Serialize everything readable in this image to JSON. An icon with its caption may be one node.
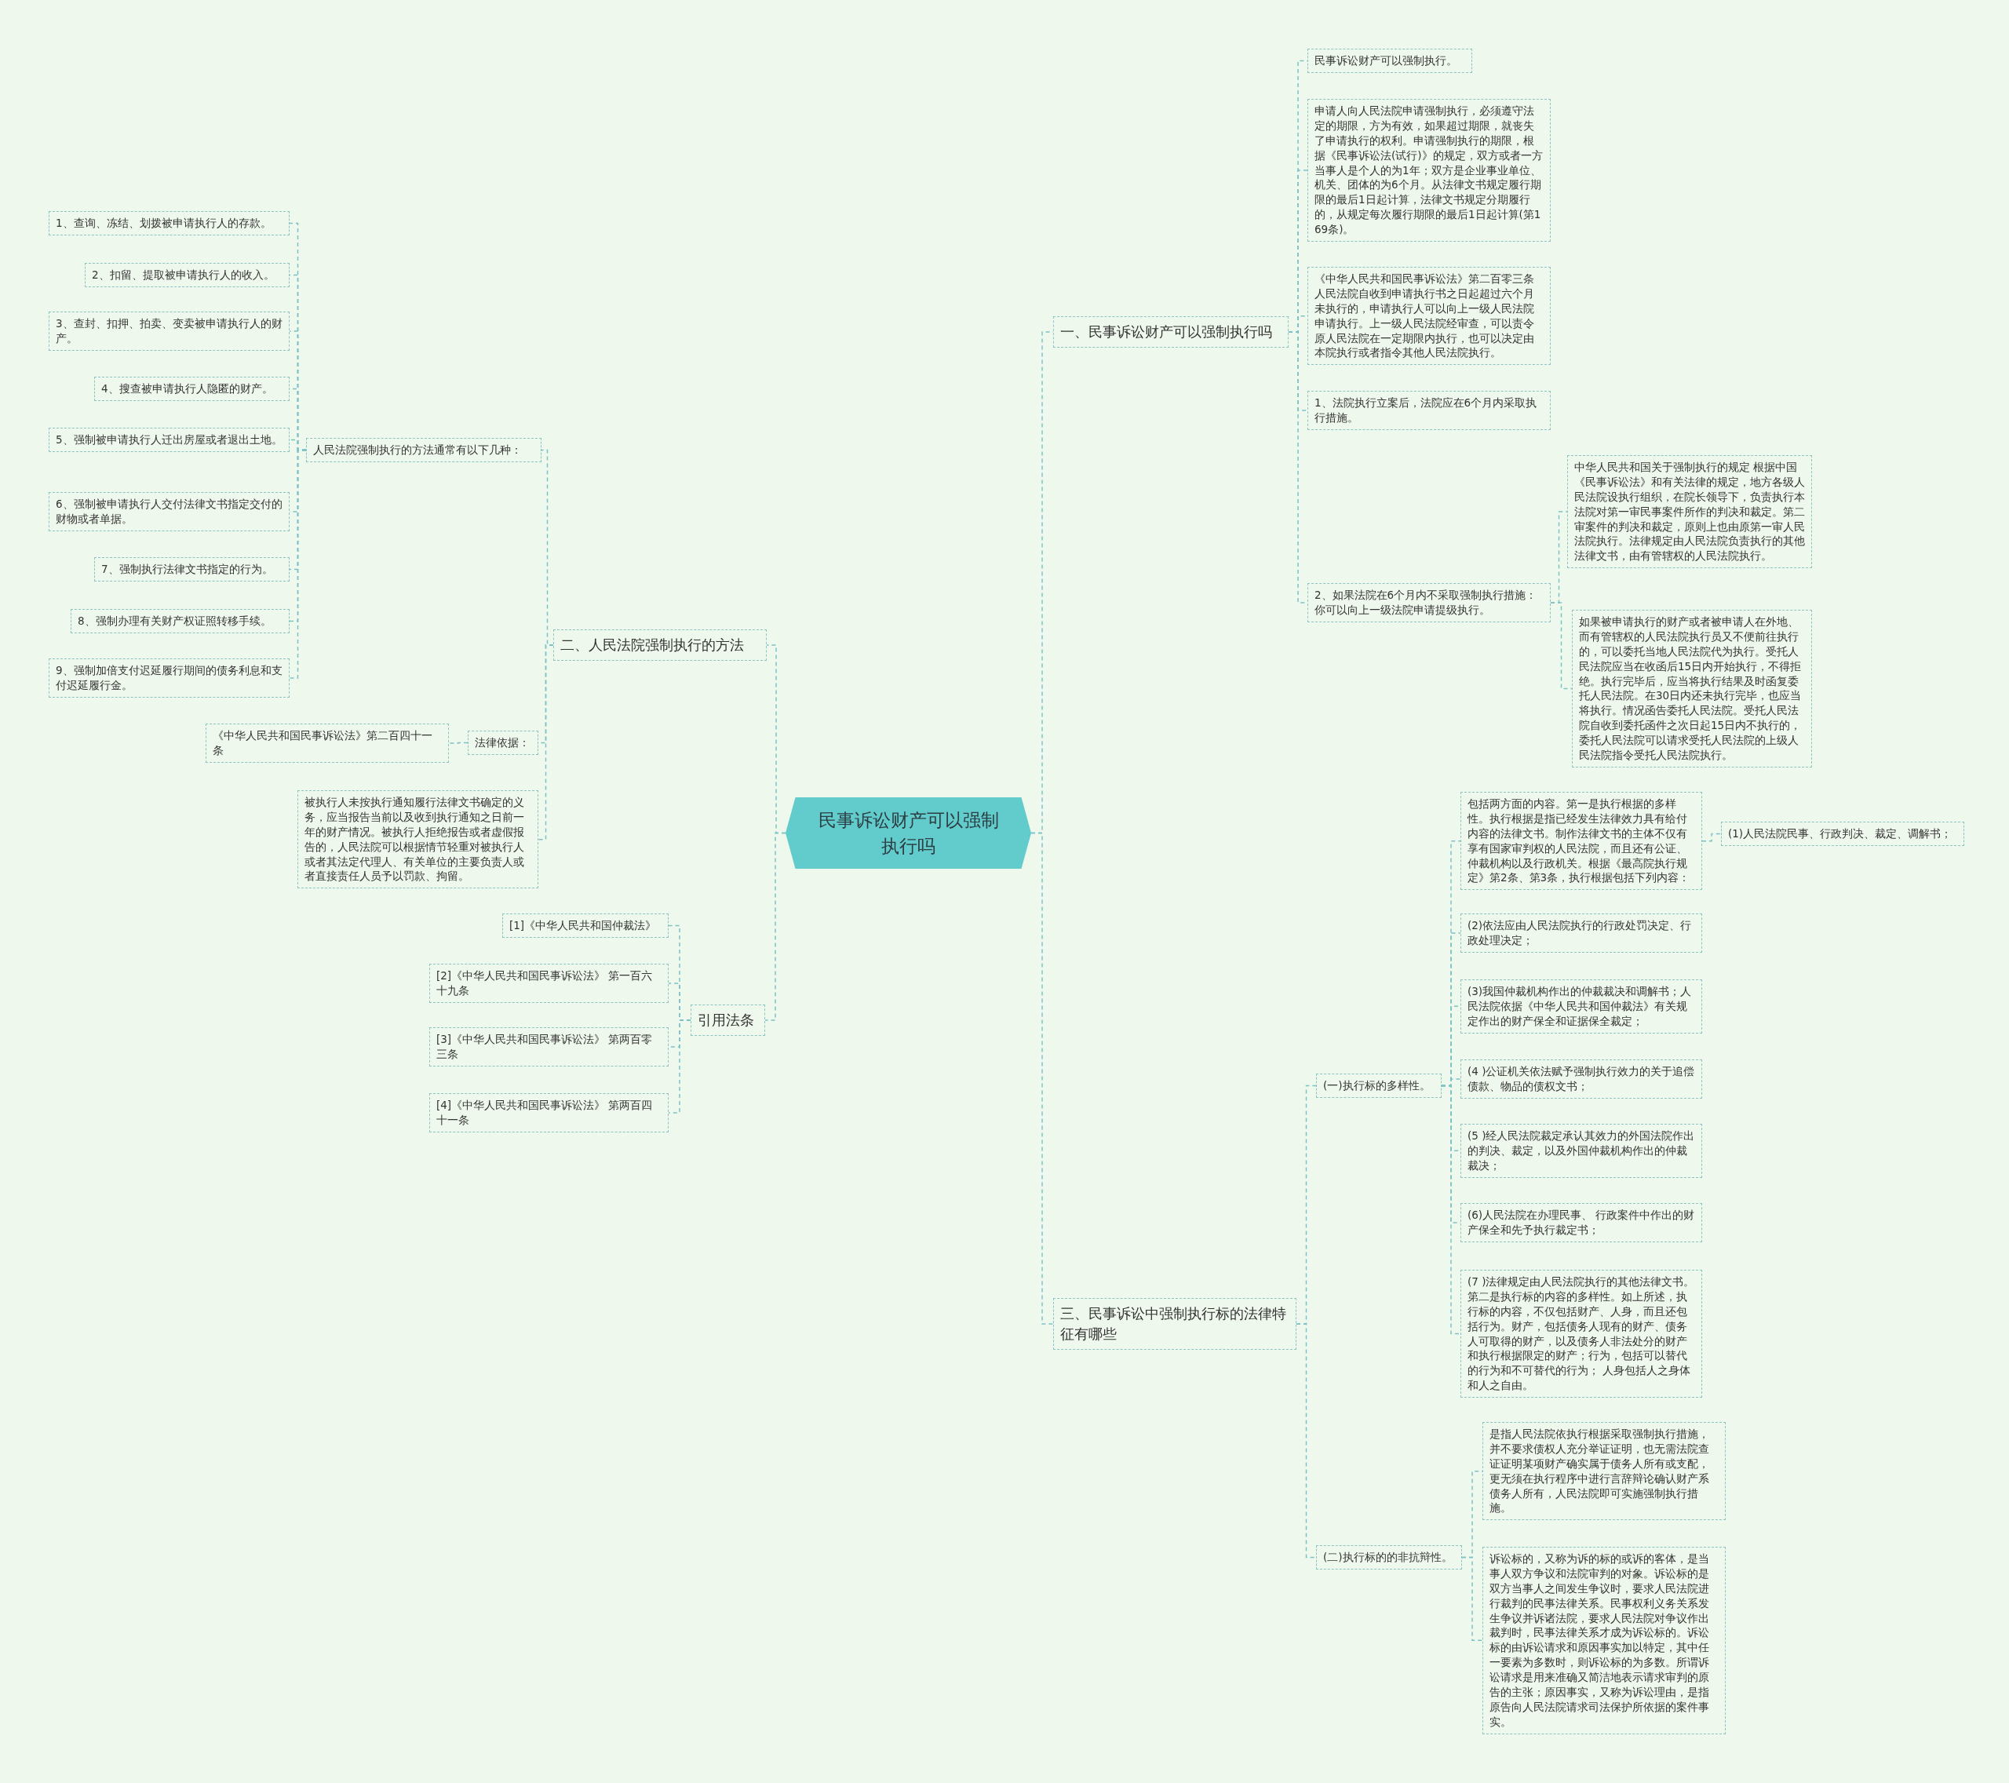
{
  "diagram": {
    "nodes": [
      {
        "text": [
          "民事诉讼财产可以强制执行吗"
        ]
      },
      {
        "text": [
          "一、民事诉讼财产可以强制执行吗"
        ]
      },
      {
        "text": [
          "民事诉讼财产可以强制执行。"
        ]
      },
      {
        "text": [
          "申请人向人民法院申请强制执行，必须遵守法定的期限，方为有效，如果超过期限，就丧失了申请执行的权利。申请强制执行的期限，根据《民事诉讼法(试行)》的规定，双方或者一方当事人是个人的为1年；双方是企业事业单位、机关、团体的为6个月。从法律文书规定履行期限的最后1日起计算，法律文书规定分期履行的，从规定每次履行期限的最后1日起计算(第169条)。"
        ]
      },
      {
        "text": [
          "《中华人民共和国民事诉讼法》第二百零三条人民法院自收到申请执行书之日起超过六个月未执行的，申请执行人可以向上一级人民法院申请执行。上一级人民法院经审查，可以责令原人民法院在一定期限内执行，也可以决定由本院执行或者指令其他人民法院执行。"
        ]
      },
      {
        "text": [
          "1、法院执行立案后，法院应在6个月内采取执行措施。"
        ]
      },
      {
        "text": [
          "2、如果法院在6个月内不采取强制执行措施：你可以向上一级法院申请提级执行。"
        ]
      },
      {
        "text": [
          "中华人民共和国关于强制执行的规定 根据中国《民事诉讼法》和有关法律的规定，地方各级人民法院设执行组织，在院长领导下，负责执行本法院对第一审民事案件所作的判决和裁定。第二审案件的判决和裁定，原则上也由原第一审人民法院执行。法律规定由人民法院负责执行的其他法律文书，由有管辖权的人民法院执行。"
        ]
      },
      {
        "text": [
          "如果被申请执行的财产或者被申请人在外地、而有管辖权的人民法院执行员又不便前往执行的，可以委托当地人民法院代为执行。受托人民法院应当在收函后15日内开始执行，不得拒绝。执行完毕后，应当将执行结果及时函复委托人民法院。在30日内还未执行完毕，也应当将执行。情况函告委托人民法院。受托人民法院自收到委托函件之次日起15日内不执行的，委托人民法院可以请求受托人民法院的上级人民法院指令受托人民法院执行。"
        ]
      },
      {
        "text": [
          "三、民事诉讼中强制执行标的法律特征有哪些"
        ]
      },
      {
        "text": [
          "(一)执行标的多样性。"
        ]
      },
      {
        "text": [
          "包括两方面的内容。第一是执行根据的多样性。执行根据是指已经发生法律效力具有给付内容的法律文书。制作法律文书的主体不仅有享有国家审判权的人民法院，而且还有公证、仲裁机构以及行政机关。根据《最高院执行规定》第2条、第3条，执行根据包括下列内容："
        ]
      },
      {
        "text": [
          "(1)人民法院民事、行政判决、裁定、调解书；"
        ]
      },
      {
        "text": [
          "(2)依法应由人民法院执行的行政处罚决定、行政处理决定；"
        ]
      },
      {
        "text": [
          "(3)我国仲裁机构作出的仲裁裁决和调解书；人民法院依据《中华人民共和国仲裁法》有关规定作出的财产保全和证据保全裁定；"
        ]
      },
      {
        "text": [
          "(4 )公证机关依法赋予强制执行效力的关于追偿债款、物品的债权文书；"
        ]
      },
      {
        "text": [
          "(5 )经人民法院裁定承认其效力的外国法院作出的判决、裁定，以及外国仲裁机构作出的仲裁裁决；"
        ]
      },
      {
        "text": [
          "(6)人民法院在办理民事、 行政案件中作出的财产保全和先予执行裁定书；"
        ]
      },
      {
        "text": [
          "(7 )法律规定由人民法院执行的其他法律文书。第二是执行标的内容的多样性。如上所述，执行标的内容，不仅包括财产、人身，而且还包括行为。财产，包括债务人现有的财产、债务人可取得的财产，以及债务人非法处分的财产和执行根据限定的财产；行为，包括可以替代的行为和不可替代的行为； 人身包括人之身体和人之自由。"
        ]
      },
      {
        "text": [
          "(二)执行标的的非抗辩性。"
        ]
      },
      {
        "text": [
          "是指人民法院依执行根据采取强制执行措施，并不要求债权人充分举证证明，也无需法院查证证明某项财产确实属于债务人所有或支配，更无须在执行程序中进行言辞辩论确认财产系债务人所有，人民法院即可实施强制执行措施。"
        ]
      },
      {
        "text": [
          "诉讼标的，又称为诉的标的或诉的客体，是当事人双方争议和法院审判的对象。诉讼标的是双方当事人之间发生争议时，要求人民法院进行裁判的民事法律关系。民事权利义务关系发生争议并诉诸法院，要求人民法院对争议作出裁判时，民事法律关系才成为诉讼标的。诉讼标的由诉讼请求和原因事实加以特定，其中任一要素为多数时，则诉讼标的为多数。所谓诉讼请求是用来准确又简洁地表示请求审判的原告的主张；原因事实，又称为诉讼理由，是指原告向人民法院请求司法保护所依据的案件事实。"
        ]
      },
      {
        "text": [
          "二、人民法院强制执行的方法"
        ]
      },
      {
        "text": [
          "人民法院强制执行的方法通常有以下几种："
        ]
      },
      {
        "text": [
          "1、查询、冻结、划拨被申请执行人的存款。"
        ]
      },
      {
        "text": [
          "2、扣留、提取被申请执行人的收入。"
        ]
      },
      {
        "text": [
          "3、查封、扣押、拍卖、变卖被申请执行人的财产。"
        ]
      },
      {
        "text": [
          "4、搜查被申请执行人隐匿的财产。"
        ]
      },
      {
        "text": [
          "5、强制被申请执行人迁出房屋或者退出土地。"
        ]
      },
      {
        "text": [
          "6、强制被申请执行人交付法律文书指定交付的财物或者单据。"
        ]
      },
      {
        "text": [
          "7、强制执行法律文书指定的行为。"
        ]
      },
      {
        "text": [
          "8、强制办理有关财产权证照转移手续。"
        ]
      },
      {
        "text": [
          "9、强制加倍支付迟延履行期间的债务利息和支付迟延履行金。"
        ]
      },
      {
        "text": [
          "法律依据："
        ]
      },
      {
        "text": [
          "《中华人民共和国民事诉讼法》第二百四十一条"
        ]
      },
      {
        "text": [
          "被执行人未按执行通知履行法律文书确定的义务，应当报告当前以及收到执行通知之日前一年的财产情况。被执行人拒绝报告或者虚假报告的，人民法院可以根据情节轻重对被执行人或者其法定代理人、有关单位的主要负责人或者直接责任人员予以罚款、拘留。"
        ]
      },
      {
        "text": [
          "引用法条"
        ]
      },
      {
        "text": [
          "[1]《中华人民共和国仲裁法》"
        ]
      },
      {
        "text": [
          "[2]《中华人民共和国民事诉讼法》 第一百六十九条"
        ]
      },
      {
        "text": [
          "[3]《中华人民共和国民事诉讼法》 第两百零三条"
        ]
      },
      {
        "text": [
          "[4]《中华人民共和国民事诉讼法》 第两百四十一条"
        ]
      }
    ],
    "edges": [
      {
        "from": 0,
        "to": 1,
        "arrow": "none"
      },
      {
        "from": 1,
        "to": 2,
        "arrow": "none"
      },
      {
        "from": 1,
        "to": 3,
        "arrow": "none"
      },
      {
        "from": 1,
        "to": 4,
        "arrow": "none"
      },
      {
        "from": 1,
        "to": 5,
        "arrow": "none"
      },
      {
        "from": 1,
        "to": 6,
        "arrow": "none"
      },
      {
        "from": 6,
        "to": 7,
        "arrow": "none"
      },
      {
        "from": 6,
        "to": 8,
        "arrow": "none"
      },
      {
        "from": 0,
        "to": 9,
        "arrow": "none"
      },
      {
        "from": 9,
        "to": 10,
        "arrow": "none"
      },
      {
        "from": 10,
        "to": 11,
        "arrow": "none"
      },
      {
        "from": 11,
        "to": 12,
        "arrow": "none"
      },
      {
        "from": 10,
        "to": 13,
        "arrow": "none"
      },
      {
        "from": 10,
        "to": 14,
        "arrow": "none"
      },
      {
        "from": 10,
        "to": 15,
        "arrow": "none"
      },
      {
        "from": 10,
        "to": 16,
        "arrow": "none"
      },
      {
        "from": 10,
        "to": 17,
        "arrow": "none"
      },
      {
        "from": 10,
        "to": 18,
        "arrow": "none"
      },
      {
        "from": 9,
        "to": 19,
        "arrow": "none"
      },
      {
        "from": 19,
        "to": 20,
        "arrow": "none"
      },
      {
        "from": 19,
        "to": 21,
        "arrow": "none"
      },
      {
        "from": 0,
        "to": 22,
        "arrow": "none"
      },
      {
        "from": 22,
        "to": 23,
        "arrow": "none"
      },
      {
        "from": 23,
        "to": 24,
        "arrow": "none"
      },
      {
        "from": 23,
        "to": 25,
        "arrow": "none"
      },
      {
        "from": 23,
        "to": 26,
        "arrow": "none"
      },
      {
        "from": 23,
        "to": 27,
        "arrow": "none"
      },
      {
        "from": 23,
        "to": 28,
        "arrow": "none"
      },
      {
        "from": 23,
        "to": 29,
        "arrow": "none"
      },
      {
        "from": 23,
        "to": 30,
        "arrow": "none"
      },
      {
        "from": 23,
        "to": 31,
        "arrow": "none"
      },
      {
        "from": 23,
        "to": 32,
        "arrow": "none"
      },
      {
        "from": 22,
        "to": 33,
        "arrow": "none"
      },
      {
        "from": 33,
        "to": 34,
        "arrow": "none"
      },
      {
        "from": 22,
        "to": 35,
        "arrow": "none"
      },
      {
        "from": 0,
        "to": 36,
        "arrow": "none"
      },
      {
        "from": 36,
        "to": 37,
        "arrow": "none"
      },
      {
        "from": 36,
        "to": 38,
        "arrow": "none"
      },
      {
        "from": 36,
        "to": 39,
        "arrow": "none"
      },
      {
        "from": 36,
        "to": 40,
        "arrow": "none"
      }
    ]
  }
}
